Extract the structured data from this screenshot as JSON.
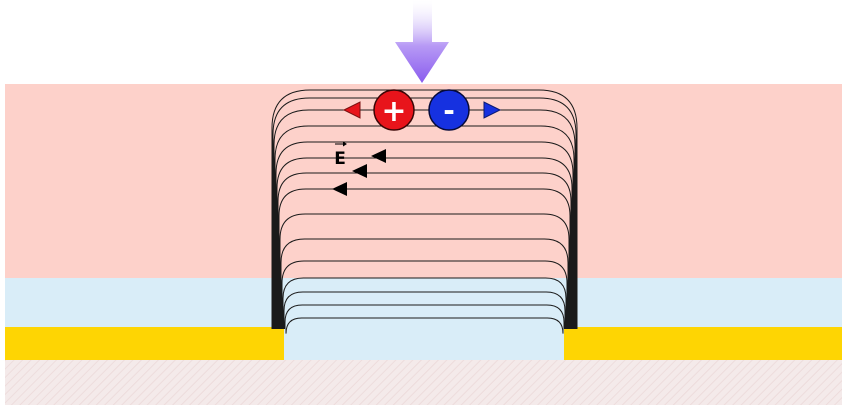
{
  "diagram": {
    "charges": {
      "positive": {
        "symbol": "+",
        "color": "#e8141b"
      },
      "negative": {
        "symbol": "-",
        "color": "#1631e0"
      }
    },
    "field_label": "E",
    "colors": {
      "top_layer": "#fdd1ca",
      "middle_layer": "#d9edf8",
      "electrode": "#fed503",
      "substrate": "#f4eaea",
      "incident_arrow": "#9a6cf0",
      "field_line": "#1a1a1a",
      "field_arrow": "#000000"
    },
    "elements": {
      "incident_arrow_icon": "down-arrow",
      "field_arrow_icon": "left-triangle"
    }
  }
}
